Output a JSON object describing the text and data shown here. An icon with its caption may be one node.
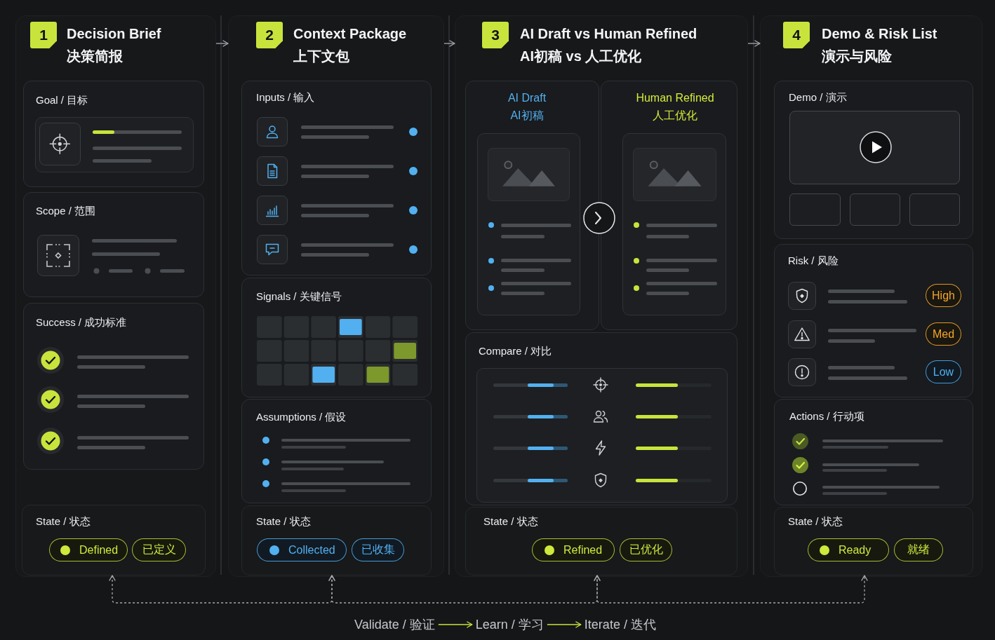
{
  "diagram": {
    "nodes": [
      {
        "text": [
          "1",
          "Decision Brief",
          "决策简报"
        ]
      },
      {
        "text": [
          "Goal / 目标"
        ],
        "in": 0
      },
      {
        "text": [
          "Scope / 范围"
        ],
        "in": 0
      },
      {
        "text": [
          "Success / 成功标准"
        ],
        "in": 0
      },
      {
        "text": [
          "State / 状态"
        ],
        "in": 0
      },
      {
        "text": [
          "Defined"
        ],
        "in": 4
      },
      {
        "text": [
          "已定义"
        ],
        "in": 4
      },
      {
        "text": [
          "2",
          "Context Package",
          "上下文包"
        ]
      },
      {
        "text": [
          "Inputs / 输入"
        ],
        "in": 7
      },
      {
        "text": [
          "Signals / 关键信号"
        ],
        "in": 7
      },
      {
        "text": [
          "Assumptions / 假设"
        ],
        "in": 7
      },
      {
        "text": [
          "State / 状态"
        ],
        "in": 7
      },
      {
        "text": [
          "Collected"
        ],
        "in": 11
      },
      {
        "text": [
          "已收集"
        ],
        "in": 11
      },
      {
        "text": [
          "3",
          "AI Draft vs Human Refined",
          "AI初稿 vs 人工优化"
        ]
      },
      {
        "text": [
          "AI Draft",
          "AI初稿"
        ],
        "in": 14
      },
      {
        "text": [
          "Human Refined",
          "人工优化"
        ],
        "in": 14
      },
      {
        "text": [
          "Compare / 对比"
        ],
        "in": 14
      },
      {
        "text": [
          "State / 状态"
        ],
        "in": 14
      },
      {
        "text": [
          "Refined"
        ],
        "in": 18
      },
      {
        "text": [
          "已优化"
        ],
        "in": 18
      },
      {
        "text": [
          "4",
          "Demo & Risk List",
          "演示与风险"
        ]
      },
      {
        "text": [
          "Demo / 演示"
        ],
        "in": 21
      },
      {
        "text": [
          "Risk / 风险"
        ],
        "in": 21
      },
      {
        "text": [
          "High"
        ],
        "in": 23
      },
      {
        "text": [
          "Med"
        ],
        "in": 23
      },
      {
        "text": [
          "Low"
        ],
        "in": 23
      },
      {
        "text": [
          "Actions / 行动项"
        ],
        "in": 21
      },
      {
        "text": [
          "State / 状态"
        ],
        "in": 21
      },
      {
        "text": [
          "Ready"
        ],
        "in": 28
      },
      {
        "text": [
          "就绪"
        ],
        "in": 28
      },
      {
        "text": [
          "Validate / 验证"
        ]
      },
      {
        "text": [
          "Learn / 学习"
        ]
      },
      {
        "text": [
          "Iterate / 迭代"
        ]
      }
    ],
    "edges": [
      {
        "from": 0,
        "to": 7,
        "arrow": "to"
      },
      {
        "from": 7,
        "to": 14,
        "arrow": "to"
      },
      {
        "from": 14,
        "to": 21,
        "arrow": "to"
      },
      {
        "from": 15,
        "to": 16,
        "arrow": "to"
      },
      {
        "from": 4,
        "to": 11,
        "arrow": "both",
        "style": "dashed"
      },
      {
        "from": 11,
        "to": 18,
        "arrow": "both",
        "style": "dashed"
      },
      {
        "from": 18,
        "to": 28,
        "arrow": "both",
        "style": "dashed"
      },
      {
        "from": 31,
        "to": 32,
        "arrow": "to",
        "color": "#c6e33b"
      },
      {
        "from": 32,
        "to": 33,
        "arrow": "to",
        "color": "#c6e33b"
      }
    ]
  }
}
